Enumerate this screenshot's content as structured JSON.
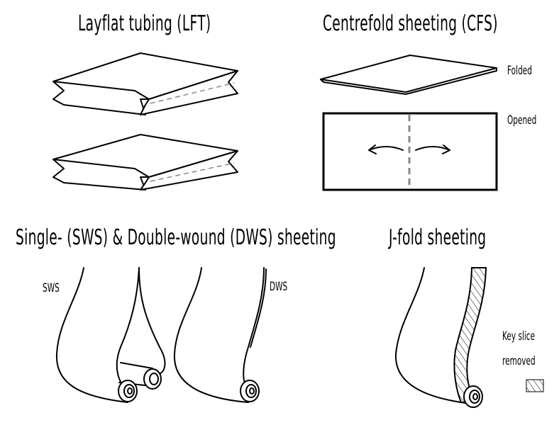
{
  "headings": {
    "lft": "Layflat tubing (LFT)",
    "cfs": "Centrefold sheeting (CFS)",
    "sws_dws": "Single- (SWS) & Double-wound (DWS) sheeting",
    "jfold": "J-fold sheeting"
  },
  "labels": {
    "folded": "Folded",
    "opened": "Opened",
    "sws": "SWS",
    "dws": "DWS",
    "key_line1": "Key slice",
    "key_line2": "removed"
  },
  "colors": {
    "ink": "#000000",
    "fold_line": "#888888",
    "background": "#ffffff"
  }
}
